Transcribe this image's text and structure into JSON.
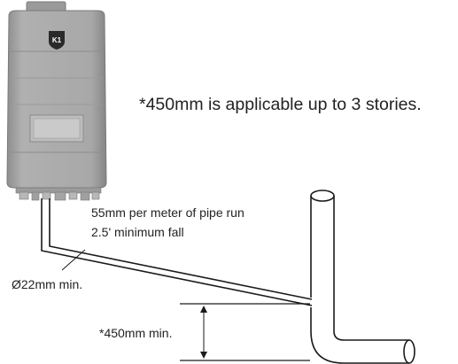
{
  "heater": {
    "logo_text": "K1"
  },
  "annotations": {
    "stories_note": "*450mm is applicable up to 3 stories.",
    "pipe_run": "55mm per meter of pipe run",
    "min_fall": "2.5' minimum fall",
    "pipe_diameter": "Ø22mm min.",
    "min_height": "*450mm min."
  },
  "colors": {
    "heater_body": "#a9a9a9",
    "heater_panel": "#c4c4c4",
    "line": "#1a1a1a",
    "text": "#222222"
  }
}
